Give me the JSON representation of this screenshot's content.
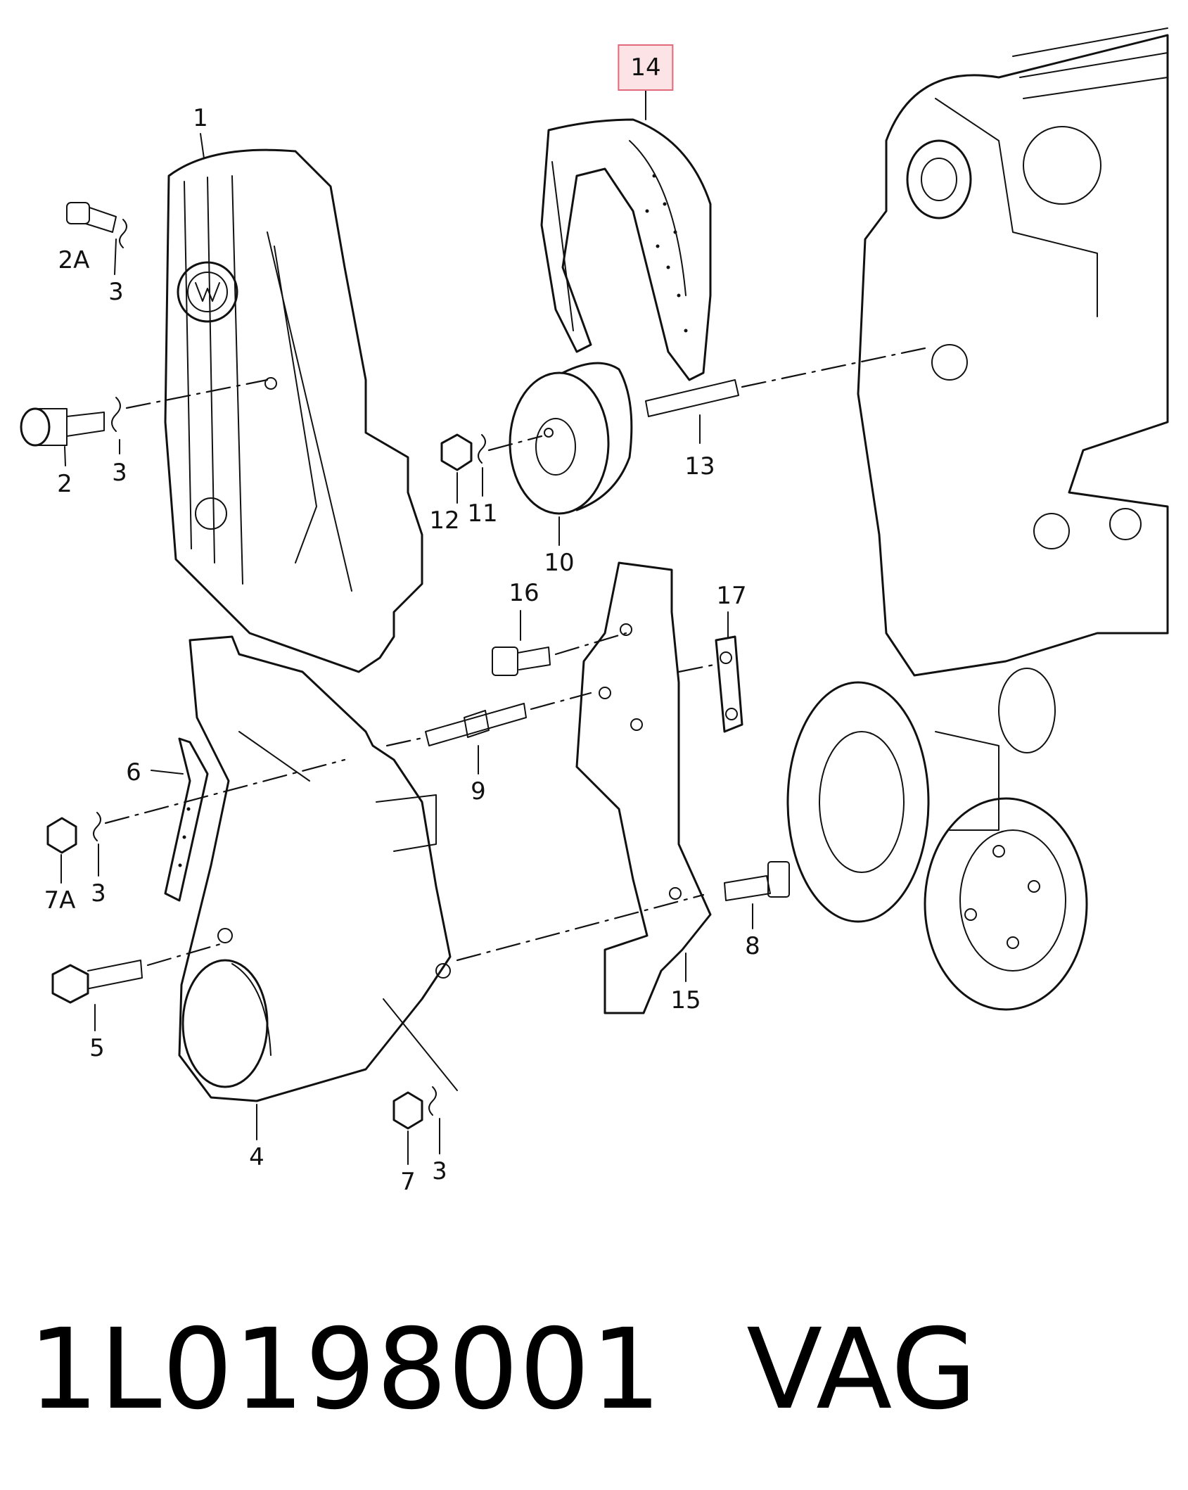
{
  "callouts": [
    {
      "id": "c1",
      "text": "1"
    },
    {
      "id": "c2a",
      "text": "2A"
    },
    {
      "id": "c3a",
      "text": "3"
    },
    {
      "id": "c2",
      "text": "2"
    },
    {
      "id": "c3b",
      "text": "3"
    },
    {
      "id": "c14",
      "text": "14",
      "highlighted": true
    },
    {
      "id": "c12",
      "text": "12"
    },
    {
      "id": "c11",
      "text": "11"
    },
    {
      "id": "c10",
      "text": "10"
    },
    {
      "id": "c13",
      "text": "13"
    },
    {
      "id": "c16",
      "text": "16"
    },
    {
      "id": "c17",
      "text": "17"
    },
    {
      "id": "c6",
      "text": "6"
    },
    {
      "id": "c9",
      "text": "9"
    },
    {
      "id": "c7a",
      "text": "7A"
    },
    {
      "id": "c3c",
      "text": "3"
    },
    {
      "id": "c8",
      "text": "8"
    },
    {
      "id": "c15",
      "text": "15"
    },
    {
      "id": "c5",
      "text": "5"
    },
    {
      "id": "c4",
      "text": "4"
    },
    {
      "id": "c7",
      "text": "7"
    },
    {
      "id": "c3d",
      "text": "3"
    }
  ],
  "footer": {
    "part_number": "1L0198001",
    "brand": "VAG"
  },
  "colors": {
    "line": "#111111",
    "highlight_border": "#e06a7a",
    "highlight_fill": "#fbe3e6"
  }
}
